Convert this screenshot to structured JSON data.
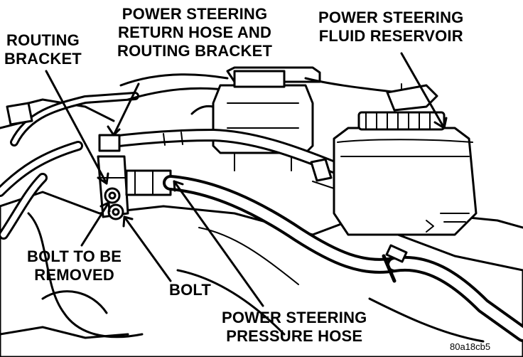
{
  "labels": {
    "return_hose": [
      "POWER STEERING",
      "RETURN HOSE AND",
      "ROUTING BRACKET"
    ],
    "reservoir": [
      "POWER STEERING",
      "FLUID RESERVOIR"
    ],
    "routing_bracket": [
      "ROUTING",
      "BRACKET"
    ],
    "bolt_removed": [
      "BOLT TO BE",
      "REMOVED"
    ],
    "bolt": "BOLT",
    "pressure_hose": [
      "POWER STEERING",
      "PRESSURE HOSE"
    ]
  },
  "figure_id": "80a18cb5"
}
